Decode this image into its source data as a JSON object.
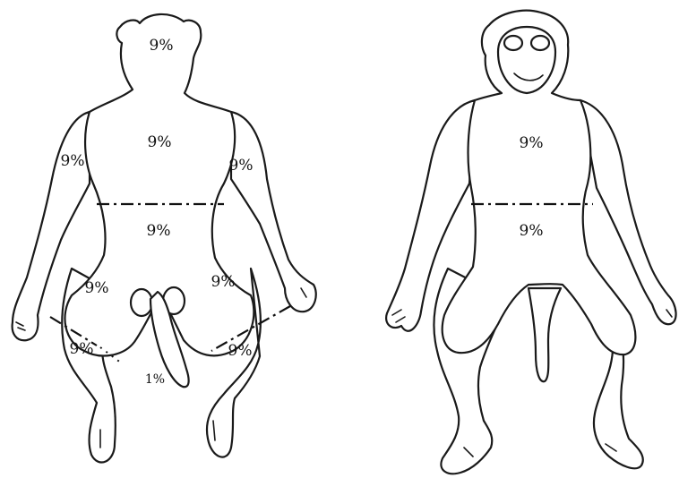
{
  "colors": {
    "outline": "#1a1a1a",
    "background": "#ffffff"
  },
  "dorsal_view": {
    "head": "9%",
    "upper_back": "9%",
    "left_arm": "9%",
    "right_arm": "9%",
    "lower_back": "9%",
    "left_thigh": "9%",
    "right_thigh": "9%",
    "left_leg": "9%",
    "right_leg": "9%",
    "perineum": "1%"
  },
  "ventral_view": {
    "chest": "9%",
    "abdomen": "9%"
  }
}
